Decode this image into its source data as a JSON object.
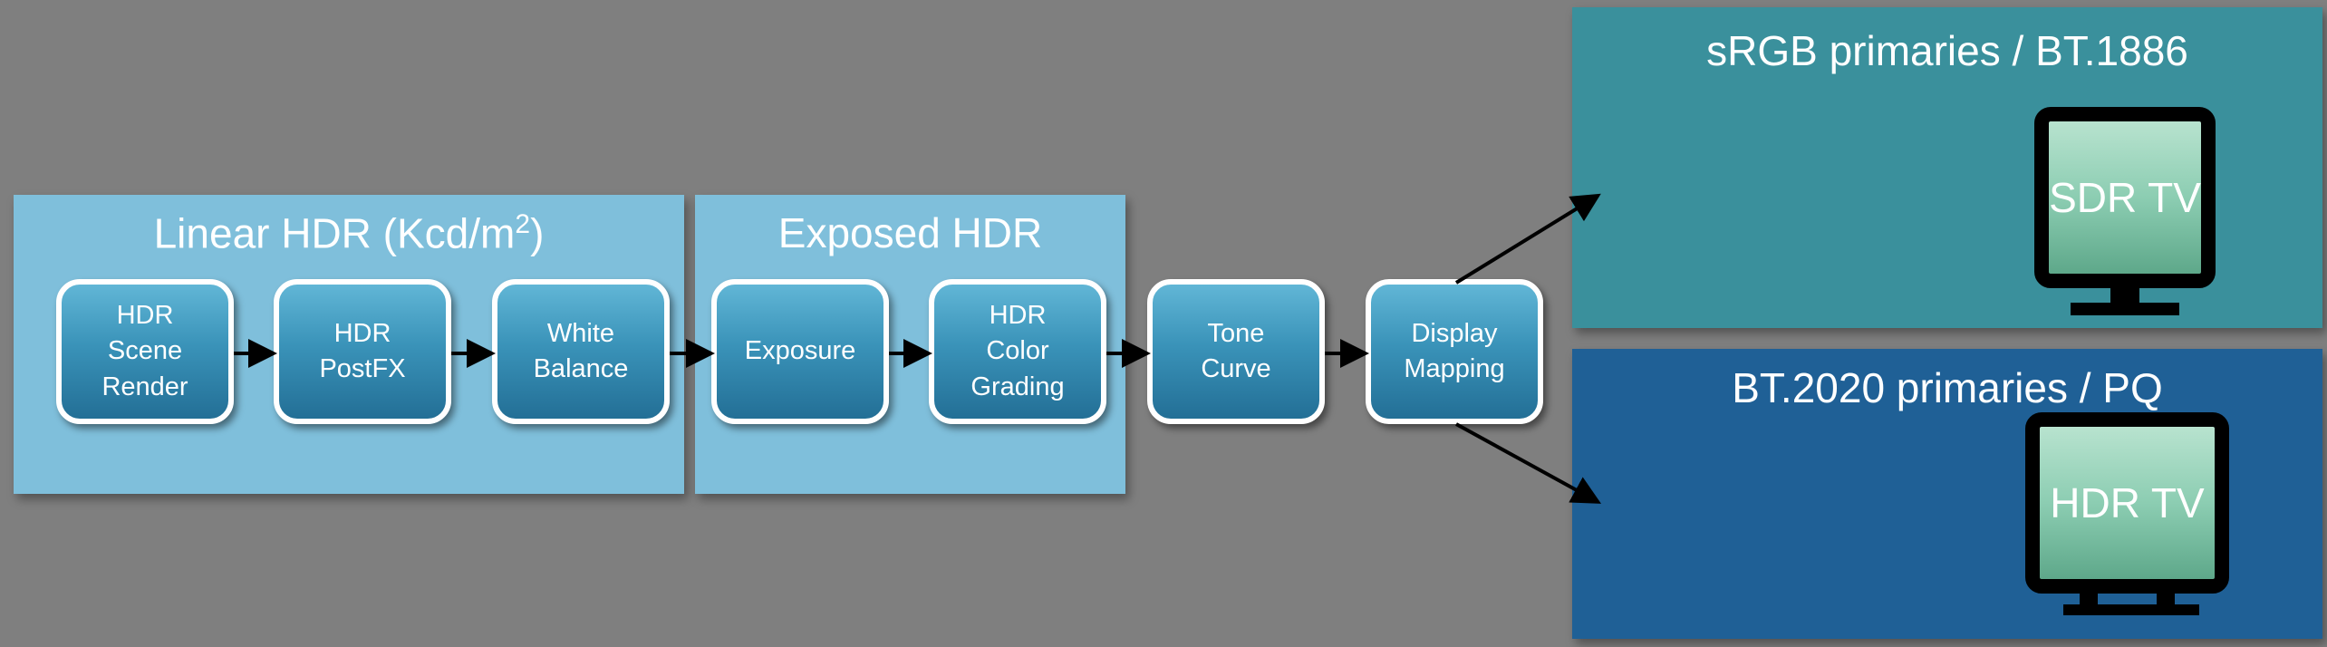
{
  "regions": {
    "linear_hdr": {
      "title": "Linear HDR (Kcd/m",
      "title_sup": "2",
      "title_end": ")"
    },
    "exposed_hdr": {
      "title": "Exposed HDR"
    }
  },
  "nodes": {
    "scene_render": "HDR\nScene\nRender",
    "postfx": "HDR\nPostFX",
    "white_balance": "White\nBalance",
    "exposure": "Exposure",
    "color_grading": "HDR\nColor\nGrading",
    "tone_curve": "Tone\nCurve",
    "display_mapping": "Display\nMapping"
  },
  "displays": {
    "sdr": {
      "title": "sRGB primaries / BT.1886",
      "tv_label": "SDR TV",
      "color": "#3a909c"
    },
    "hdr": {
      "title": "BT.2020 primaries / PQ",
      "tv_label": "HDR TV",
      "color": "#1f6096"
    }
  },
  "colors": {
    "background": "#7f7f7f",
    "region": "#7fbfdb",
    "arrow": "#000000"
  }
}
